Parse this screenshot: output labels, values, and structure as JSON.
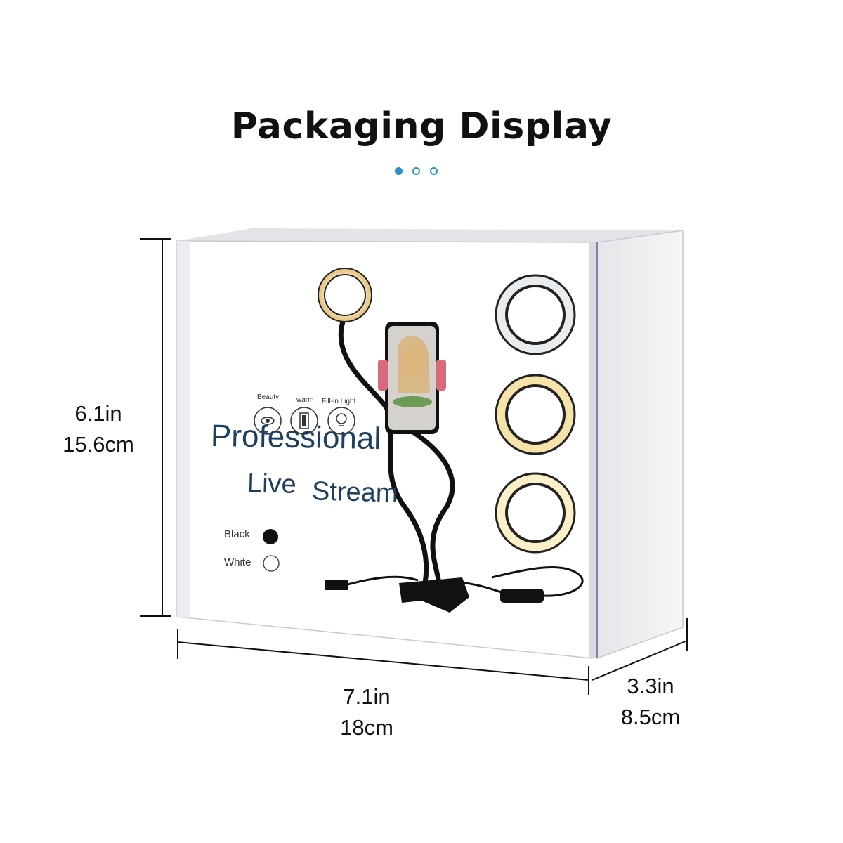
{
  "title": "Packaging Display",
  "carousel": {
    "total": 3,
    "active": 1
  },
  "dimensions": {
    "height_in": "6.1in",
    "height_cm": "15.6cm",
    "width_in": "7.1in",
    "width_cm": "18cm",
    "depth_in": "3.3in",
    "depth_cm": "8.5cm"
  },
  "box": {
    "brand_line1": "Professional",
    "brand_line2_a": "Live",
    "brand_line2_b": "Stream",
    "modes": [
      "Beauty",
      "warm",
      "Fill-in Light"
    ],
    "colors": [
      {
        "label": "Black",
        "swatch": "#111111"
      },
      {
        "label": "White",
        "swatch": "#ffffff"
      }
    ]
  },
  "palette": {
    "accent": "#2a8fd0",
    "ring_warm": "#f7e2a8",
    "ring_cool": "#e9ecef"
  }
}
